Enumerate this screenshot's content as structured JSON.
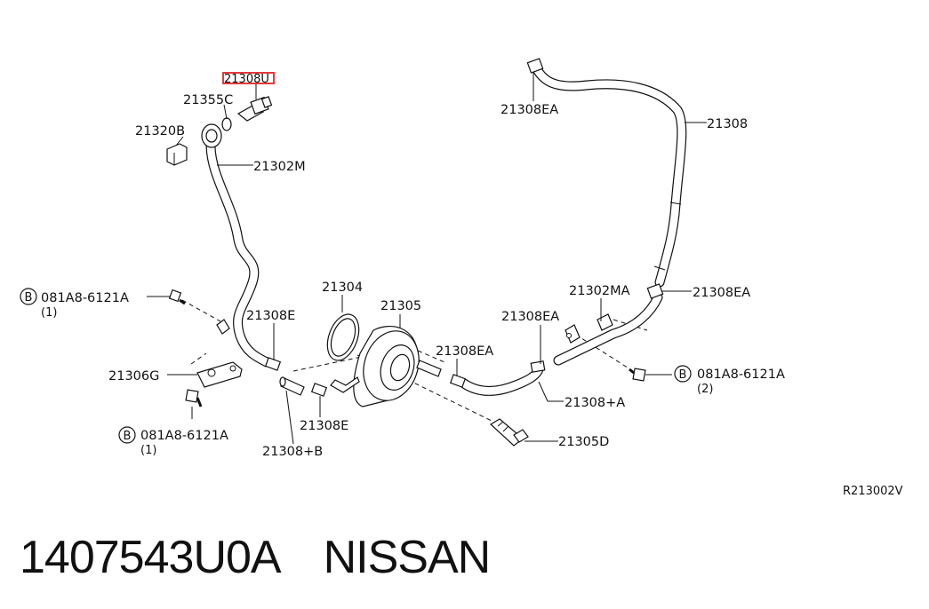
{
  "labels": {
    "l_21308U": "21308U",
    "l_21355C": "21355C",
    "l_21320B": "21320B",
    "l_21302M": "21302M",
    "l_21308EA_top": "21308EA",
    "l_21308_right": "21308",
    "l_bolt1_code": "081A8-6121A",
    "l_bolt1_qty": "(1)",
    "l_21304": "21304",
    "l_21305": "21305",
    "l_21308E_upper": "21308E",
    "l_21308EA_mid": "21308EA",
    "l_21308EA_right": "21308EA",
    "l_21302MA": "21302MA",
    "l_21306G": "21306G",
    "l_21308EA_center": "21308EA",
    "l_21308E_lower": "21308E",
    "l_21308pA": "21308+A",
    "l_21308pB": "21308+B",
    "l_bolt2_code": "081A8-6121A",
    "l_bolt2_qty": "(2)",
    "l_bolt3_code": "081A8-6121A",
    "l_bolt3_qty": "(1)",
    "l_21305D": "21305D",
    "bolt_marker": "B",
    "diagram_ref": "R213002V"
  },
  "highlight_color": "#e0242a",
  "footer": {
    "part_number": "1407543U0A",
    "brand": "NISSAN"
  }
}
